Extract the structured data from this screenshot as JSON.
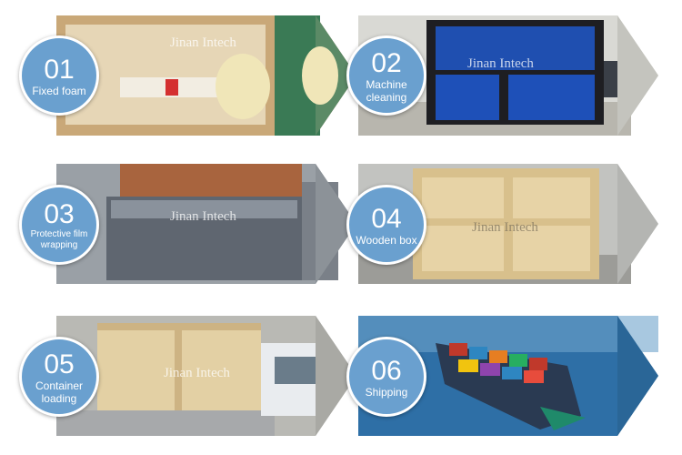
{
  "watermark": "Jinan Intech",
  "steps": [
    {
      "number": "01",
      "label": "Fixed foam"
    },
    {
      "number": "02",
      "label": "Machine cleaning"
    },
    {
      "number": "03",
      "label": "Protective film wrapping"
    },
    {
      "number": "04",
      "label": "Wooden box"
    },
    {
      "number": "05",
      "label": "Container loading"
    },
    {
      "number": "06",
      "label": "Shipping"
    }
  ],
  "colors": {
    "circle": "#6aa0cf",
    "background": "#ffffff"
  }
}
